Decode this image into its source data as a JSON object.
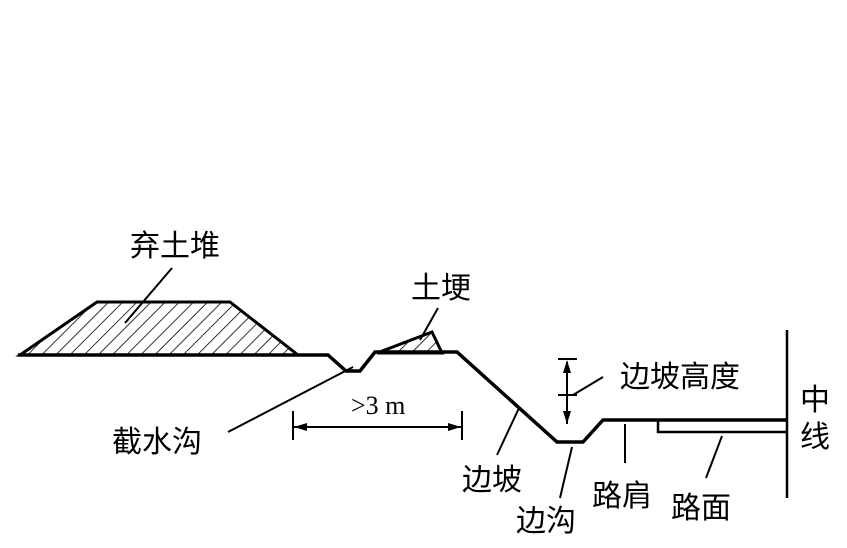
{
  "labels": {
    "spoil_heap": "弃土堆",
    "earth_ridge": "土埂",
    "cutoff_ditch": "截水沟",
    "distance": ">3 m",
    "slope": "边坡",
    "side_ditch": "边沟",
    "slope_height": "边坡高度",
    "shoulder": "路肩",
    "pavement": "路面",
    "centerline_1": "中",
    "centerline_2": "线"
  },
  "colors": {
    "line": "#000000",
    "background": "#ffffff"
  }
}
